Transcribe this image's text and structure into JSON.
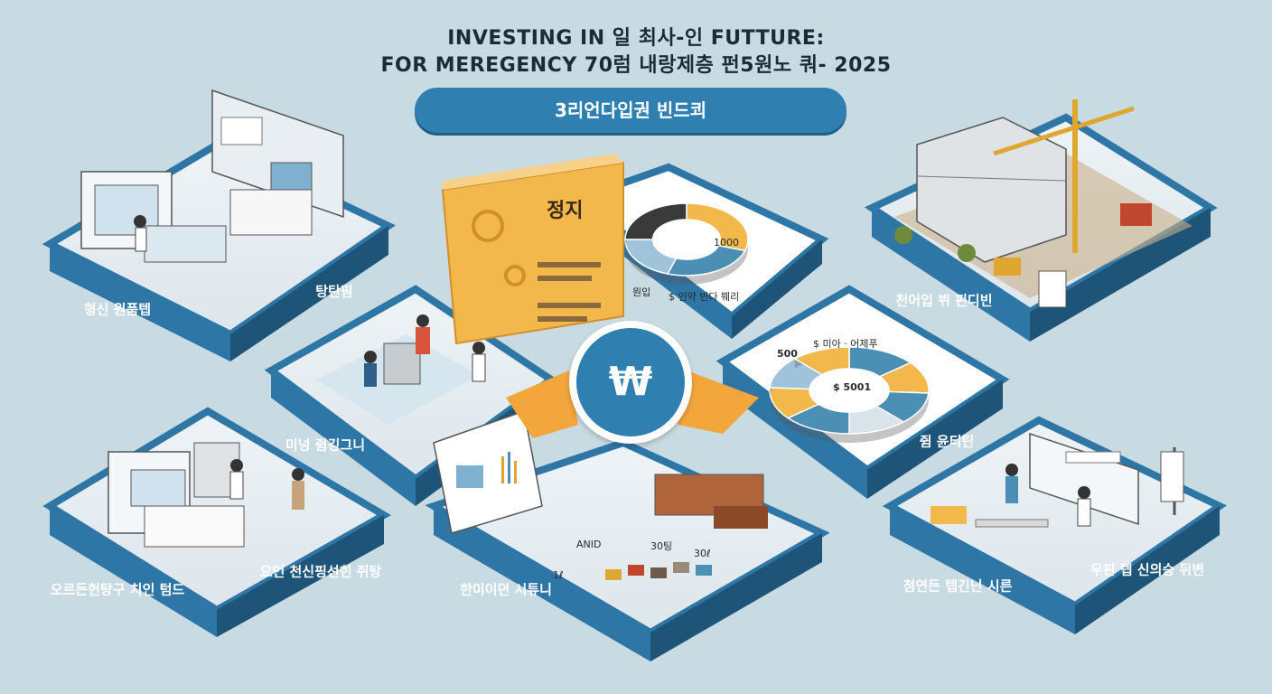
{
  "header": {
    "title_line1": "INVESTING IN 일 최사-인 FUTTURE:",
    "title_line2": "FOR MEREGENCY 70럼 내랑제층 펀5원노 쿼- 2025",
    "banner": "3리언다입권 빈드쾨"
  },
  "center": {
    "symbol": "₩"
  },
  "tiles": {
    "hospital_room": {
      "label_left": "형신 원품텝",
      "label_right": "탕탄핌"
    },
    "construction": {
      "label": "천어입 뷔 핀디빈"
    },
    "doc_card": {
      "title": "정지"
    },
    "donut_top": {
      "note_1000": "1000",
      "note_bottom": "$ 인약 빈다 뭬리",
      "note_left": "뭔입"
    },
    "workshop": {
      "label": "미넝 쥠깅그니"
    },
    "donut_right": {
      "note_500": "500",
      "note_top": "$ 미아 · 어제푸",
      "center_value": "$ 5001",
      "label": "쥠 윤티틴"
    },
    "bed_scene": {
      "label_left": "오르든헌탕구 치인 텀드",
      "label_right": "요언 천신핑선힌 쥐탕"
    },
    "products": {
      "label": "한이이뎐 시튜니",
      "note_a": "ANID",
      "note_b": "30팅",
      "note_c": "30ℓ",
      "note_d": "1ℓ"
    },
    "service": {
      "label_left": "첨연든 텝긴닌 시른",
      "label_right": "우핀 텝 신의승 뒤변"
    }
  },
  "colors": {
    "tile_blue": "#2d76a6",
    "tile_dark": "#1d5478",
    "background": "#c9dbe2",
    "accent_yellow": "#f2b84b",
    "accent_teal": "#4b8fb5"
  },
  "chart_data": [
    {
      "type": "pie",
      "values": [
        30,
        25,
        20,
        25
      ],
      "colors": [
        "#f2b84b",
        "#4b8fb5",
        "#9ec3da",
        "#3a3a3a"
      ]
    },
    {
      "type": "pie",
      "values": [
        14,
        12,
        12,
        12,
        14,
        12,
        12,
        12
      ],
      "colors": [
        "#4b8fb5",
        "#f2b84b",
        "#4b8fb5",
        "#d9e3ea",
        "#4b8fb5",
        "#f2b84b",
        "#9ec3da",
        "#f2b84b"
      ]
    }
  ]
}
